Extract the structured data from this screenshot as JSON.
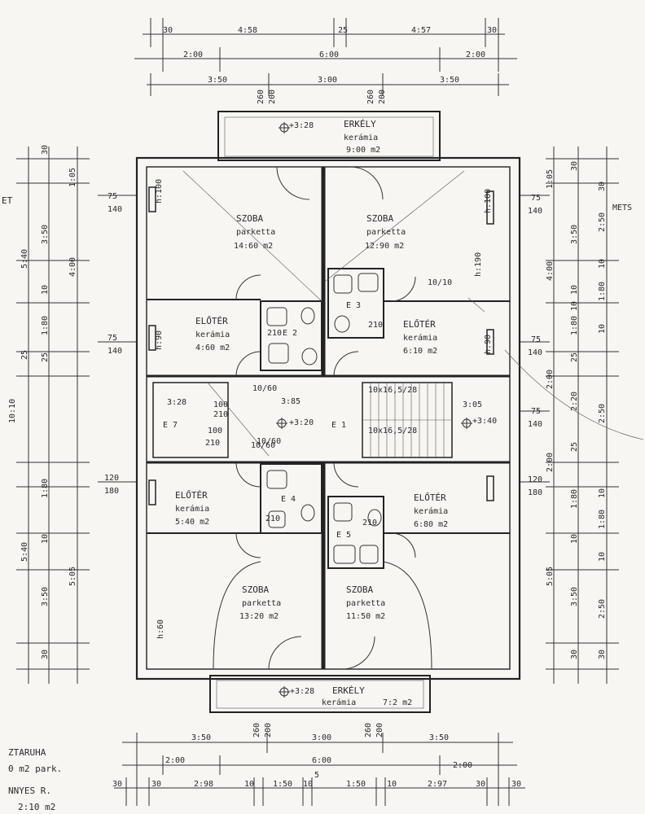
{
  "dimensions": {
    "top_row1": [
      "30",
      "4:58",
      "25",
      "4:57",
      "30"
    ],
    "top_row2": [
      "2:00",
      "6:00",
      "2:00"
    ],
    "top_row3": [
      "3:50",
      "3:00",
      "3:50"
    ],
    "bottom_row1": [
      "3:50",
      "3:00",
      "3:50"
    ],
    "bottom_row2": [
      "2:00",
      "6:00",
      "2:00"
    ],
    "bottom_row3": [
      "30",
      "30",
      "2:98",
      "10",
      "1:50",
      "10",
      "1:50",
      "10",
      "2:97",
      "30",
      "30"
    ],
    "bottom_center": "5",
    "left_outer": [
      "30",
      "1:05",
      "3:50",
      "5:40",
      "10",
      "1:80",
      "25",
      "4:00",
      "25",
      "1:80",
      "10",
      "5:40",
      "3:50",
      "5:05",
      "30",
      "10:10"
    ],
    "left_inner": [
      "75",
      "140",
      "75",
      "140",
      "120",
      "180"
    ],
    "right_outer": [
      "30",
      "1:05",
      "3:50",
      "10",
      "4:00",
      "1:80",
      "10",
      "25",
      "2:00",
      "2:20",
      "25",
      "2:00",
      "1:80",
      "10",
      "5:05",
      "3:50",
      "30"
    ],
    "right_far": [
      "30",
      "2:50",
      "10",
      "1:80",
      "10",
      "2:50",
      "10",
      "1:80",
      "10",
      "2:50",
      "30"
    ],
    "right_inner": [
      "75",
      "140",
      "75",
      "140",
      "75",
      "140",
      "120",
      "180"
    ],
    "openings_top": [
      "260",
      "200",
      "260",
      "200"
    ],
    "openings_bottom": [
      "260",
      "200",
      "260",
      "200"
    ],
    "door_tags": [
      "h:100",
      "h:100",
      "h:90",
      "h:90",
      "10/10",
      "10/60",
      "10/60",
      "h:190",
      "h:60"
    ]
  },
  "rooms": {
    "balcony_top": {
      "name": "ERKÉLY",
      "finish": "kerámia",
      "area": "9:00 m2",
      "level": "+3:28"
    },
    "room_nw": {
      "name": "SZOBA",
      "finish": "parketta",
      "area": "14:60 m2"
    },
    "room_ne": {
      "name": "SZOBA",
      "finish": "parketta",
      "area": "12:90 m2"
    },
    "hall_nw": {
      "name": "ELŐTÉR",
      "finish": "kerámia",
      "area": "4:60 m2"
    },
    "hall_ne": {
      "name": "ELŐTÉR",
      "finish": "kerámia",
      "area": "6:10 m2"
    },
    "hall_sw": {
      "name": "ELŐTÉR",
      "finish": "kerámia",
      "area": "5:40 m2"
    },
    "hall_se": {
      "name": "ELŐTÉR",
      "finish": "kerámia",
      "area": "6:80 m2"
    },
    "room_sw": {
      "name": "SZOBA",
      "finish": "parketta",
      "area": "13:20 m2"
    },
    "room_se": {
      "name": "SZOBA",
      "finish": "parketta",
      "area": "11:50 m2"
    },
    "balcony_bottom": {
      "name": "ERKÉLY",
      "finish": "kerámia",
      "area": "7:2 m2",
      "level": "+3:28"
    }
  },
  "labels": {
    "E1": "E 1",
    "E2": "E 2",
    "E3": "E 3",
    "E4": "E 4",
    "E5": "E 5",
    "E7": "E 7",
    "corridor_width": "3:85",
    "corridor_level": "+3:20",
    "stair_left_dim": "3:28",
    "stair_right_dim": "3:05",
    "stair_top": "10x16,5/28",
    "stair_bottom": "10x16,5/28",
    "stair_level": "+3:40",
    "corridor_tag": "10/60",
    "e7_tags": [
      "100",
      "210",
      "100",
      "210"
    ],
    "wc_tags": [
      "210",
      "210",
      "210",
      "210"
    ],
    "side_mark": "METS",
    "left_mark": "ET",
    "caption_left_1": "ZTARUHA",
    "caption_left_2": "0 m2 park.",
    "caption_left_3": "NNYES R.",
    "caption_left_4": "2:10 m2"
  }
}
